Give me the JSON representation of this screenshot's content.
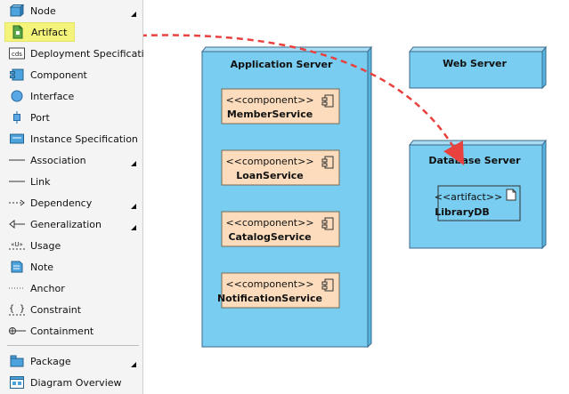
{
  "palette": {
    "items": [
      {
        "label": "Node",
        "icon": "node-icon",
        "has_submenu": true
      },
      {
        "label": "Artifact",
        "icon": "artifact-icon",
        "selected": true
      },
      {
        "label": "Deployment Specification",
        "icon": "deployment-specification-icon"
      },
      {
        "label": "Component",
        "icon": "component-icon"
      },
      {
        "label": "Interface",
        "icon": "interface-icon"
      },
      {
        "label": "Port",
        "icon": "port-icon"
      },
      {
        "label": "Instance Specification",
        "icon": "instance-specification-icon"
      },
      {
        "label": "Association",
        "icon": "association-icon",
        "has_submenu": true
      },
      {
        "label": "Link",
        "icon": "link-icon"
      },
      {
        "label": "Dependency",
        "icon": "dependency-icon",
        "has_submenu": true
      },
      {
        "label": "Generalization",
        "icon": "generalization-icon",
        "has_submenu": true
      },
      {
        "label": "Usage",
        "icon": "usage-icon"
      },
      {
        "label": "Note",
        "icon": "note-icon"
      },
      {
        "label": "Anchor",
        "icon": "anchor-icon"
      },
      {
        "label": "Constraint",
        "icon": "constraint-icon"
      },
      {
        "label": "Containment",
        "icon": "containment-icon"
      },
      {
        "label": "Package",
        "icon": "package-icon",
        "has_submenu": true
      },
      {
        "label": "Diagram Overview",
        "icon": "diagram-overview-icon"
      }
    ],
    "icon_glyphs": {
      "deployment_spec": "cds",
      "usage": "«U»",
      "constraint": "{ }"
    }
  },
  "diagram": {
    "nodes": {
      "application_server": {
        "title": "Application Server"
      },
      "web_server": {
        "title": "Web Server"
      },
      "database_server": {
        "title": "Database Server"
      }
    },
    "components": [
      {
        "stereotype": "<<component>>",
        "name": "MemberService"
      },
      {
        "stereotype": "<<component>>",
        "name": "LoanService"
      },
      {
        "stereotype": "<<component>>",
        "name": "CatalogService"
      },
      {
        "stereotype": "<<component>>",
        "name": "NotificationService"
      }
    ],
    "artifact": {
      "stereotype": "<<artifact>>",
      "name": "LibraryDB"
    }
  },
  "colors": {
    "node_fill": "#78cdf1",
    "node_border": "#3a6a8a",
    "component_fill": "#fcdcbc",
    "component_border": "#7a6a55",
    "artifact_fill": "#78cdf1",
    "selection_highlight": "#f4f47a",
    "drag_arrow": "#e8413e"
  }
}
